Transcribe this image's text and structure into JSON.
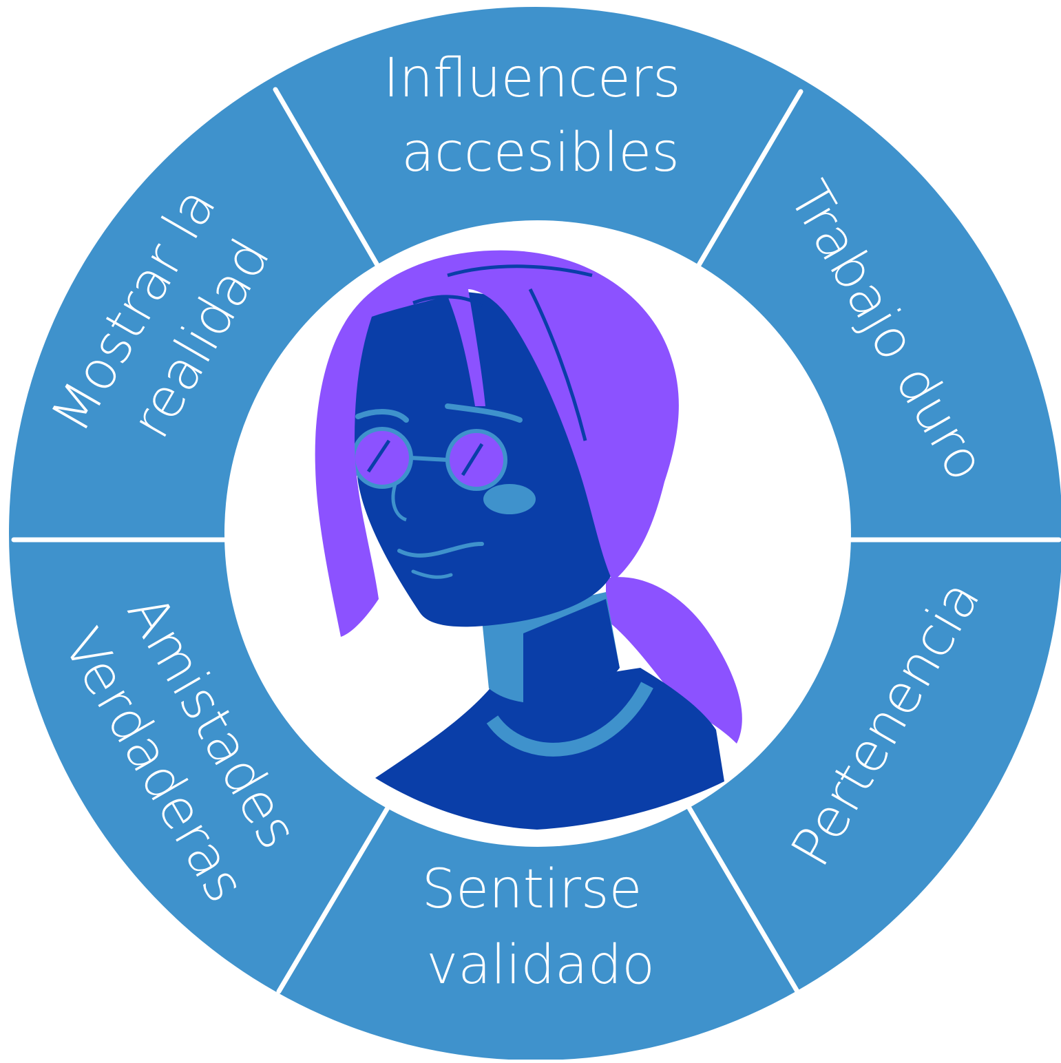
{
  "colors": {
    "ring": "#3f92cc",
    "divider": "#ffffff",
    "center": "#ffffff",
    "label": "#ffffff",
    "skin": "#0a3ea8",
    "hair": "#8c52ff",
    "accent": "#3f92cc",
    "freckles": "#e07a3c"
  },
  "segments": [
    {
      "id": "top",
      "lines": [
        "Influencers",
        "accesibles"
      ]
    },
    {
      "id": "top-right",
      "lines": [
        "Trabajo duro"
      ]
    },
    {
      "id": "bottom-right",
      "lines": [
        "Pertenencia"
      ]
    },
    {
      "id": "bottom",
      "lines": [
        "Sentirse",
        "validado"
      ]
    },
    {
      "id": "bottom-left",
      "lines": [
        "Amistades",
        "Verdaderas"
      ]
    },
    {
      "id": "top-left",
      "lines": [
        "Mostrar la",
        "realidad"
      ]
    }
  ],
  "center_illustration": {
    "subject": "woman with glasses and ponytail",
    "icon": "person-portrait-icon"
  }
}
